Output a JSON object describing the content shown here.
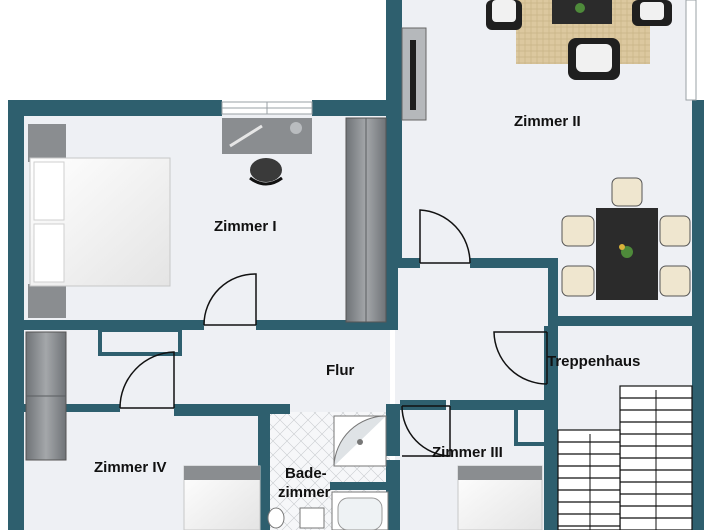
{
  "rooms": {
    "zimmer1": "Zimmer I",
    "zimmer2": "Zimmer II",
    "zimmer3": "Zimmer III",
    "zimmer4": "Zimmer IV",
    "flur": "Flur",
    "treppenhaus": "Treppenhaus",
    "bad_line1": "Bade-",
    "bad_line2": "zimmer"
  },
  "colors": {
    "wall": "#2e5f6e",
    "floor": "#eef0f4",
    "furniture_grey": "#8a8d90",
    "table_dark": "#2b2b2b",
    "chair_cream": "#efe6cf",
    "rug_tan": "#d8c49a"
  },
  "icons": [
    "bed-icon",
    "desk-icon",
    "office-chair-icon",
    "wardrobe-icon",
    "dining-table-icon",
    "chair-icon",
    "plant-icon",
    "tv-icon",
    "shower-icon",
    "toilet-icon",
    "bathtub-icon",
    "sink-icon",
    "stairs-icon",
    "window-icon",
    "door-swing-icon"
  ]
}
